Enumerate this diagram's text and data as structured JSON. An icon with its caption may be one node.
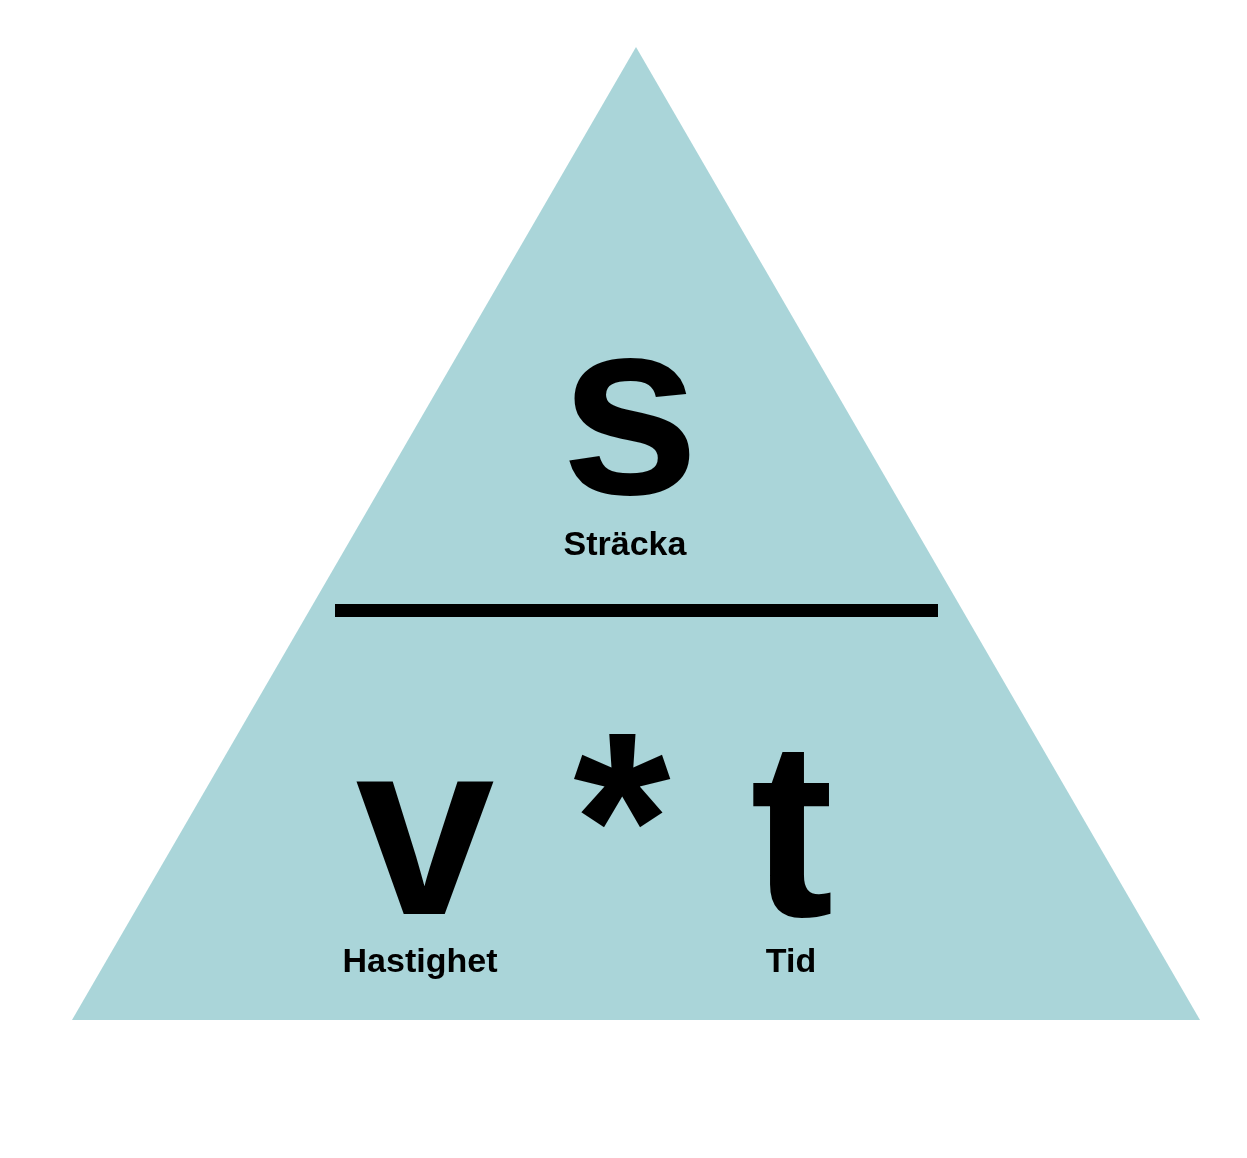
{
  "diagram": {
    "nodes": [
      {
        "text": [
          "s",
          "Sträcka",
          "v",
          "*",
          "t",
          "Hastighet",
          "Tid"
        ]
      }
    ]
  }
}
